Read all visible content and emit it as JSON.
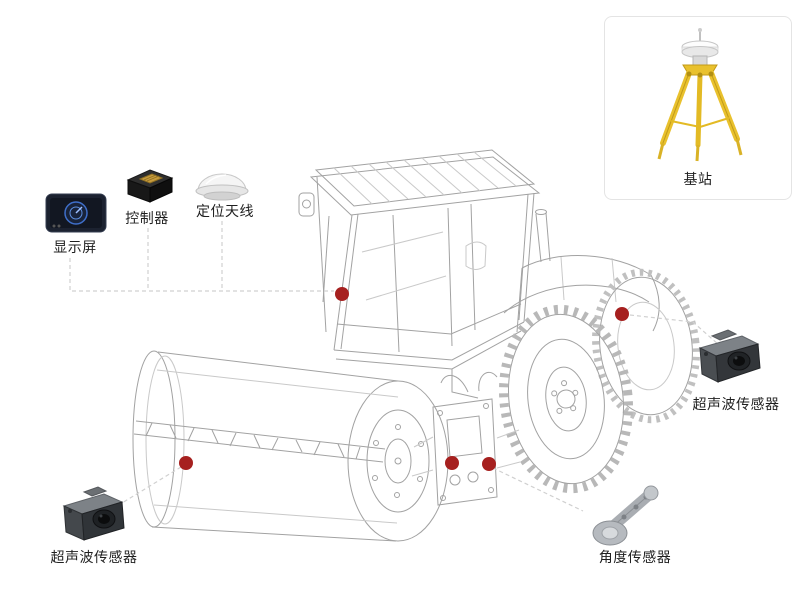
{
  "labels": {
    "base_station": "基站",
    "display_screen": "显示屏",
    "controller": "控制器",
    "positioning_antenna": "定位天线",
    "ultrasonic_sensor_right": "超声波传感器",
    "ultrasonic_sensor_left": "超声波传感器",
    "angle_sensor": "角度传感器"
  },
  "colors": {
    "marker_red": "#a6201f",
    "tripod_yellow": "#e9c12d",
    "linework_gray": "#a2a2a2",
    "dash_gray": "#d0d0d0",
    "card_border": "#e4e4e4"
  },
  "markers": {
    "count": 5
  },
  "icons": {
    "display_screen": "display-screen-icon",
    "controller": "controller-module-icon",
    "positioning_antenna": "gnss-antenna-icon",
    "base_station": "tripod-base-station-icon",
    "ultrasonic_sensor": "ultrasonic-sensor-icon",
    "angle_sensor": "angle-sensor-icon"
  }
}
